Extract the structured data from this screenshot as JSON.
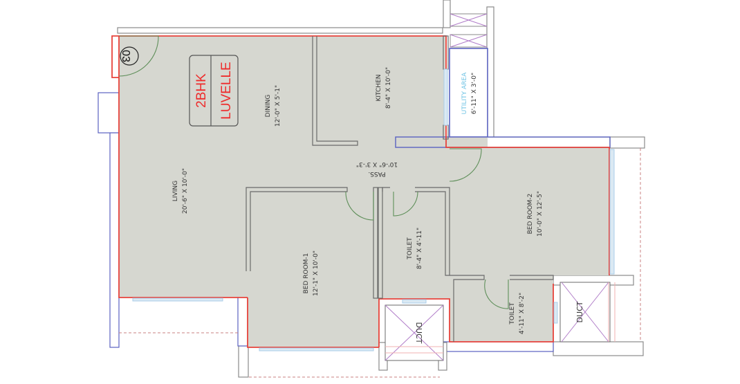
{
  "plan": {
    "unit_number": "03",
    "unit_type": "2BHK",
    "project_name": "LUVELLE",
    "colors": {
      "floor": "#d6d7d0",
      "carpet_outline": "#e8433b",
      "balcony_outline": "#5a62c0",
      "wall": "#6a6a6a",
      "door": "#5f8f5a",
      "window": "#a9cde8",
      "duct_cross": "#b07cc8",
      "utility_text": "#6ec3e4",
      "brand_text": "#ee2b2b"
    },
    "rooms": {
      "living": {
        "name": "LIVING",
        "size": "20'-6\" X 10'-0\""
      },
      "dining": {
        "name": "DINING",
        "size": "12'-0\" X 5'-1\""
      },
      "kitchen": {
        "name": "KITCHEN",
        "size": "8'-4\" X 10'-0\""
      },
      "utility": {
        "name": "UTILITY AREA",
        "size": "6'-11\" X 3'-0\""
      },
      "passage": {
        "name": "PASS.",
        "size": "10'-6\" X 3'-3\""
      },
      "bedroom1": {
        "name": "BED ROOM-1",
        "size": "12'-1\" X 10'-0\""
      },
      "toilet1": {
        "name": "TOILET",
        "size": "8'-4\" X 4'-11\""
      },
      "bedroom2": {
        "name": "BED ROOM-2",
        "size": "10'-0\" X 12'-5\""
      },
      "toilet2": {
        "name": "TOILET",
        "size": "4'-11\" X 8'-2\""
      },
      "duct1": {
        "name": "DUCT"
      },
      "duct2": {
        "name": "DUCT"
      }
    }
  }
}
